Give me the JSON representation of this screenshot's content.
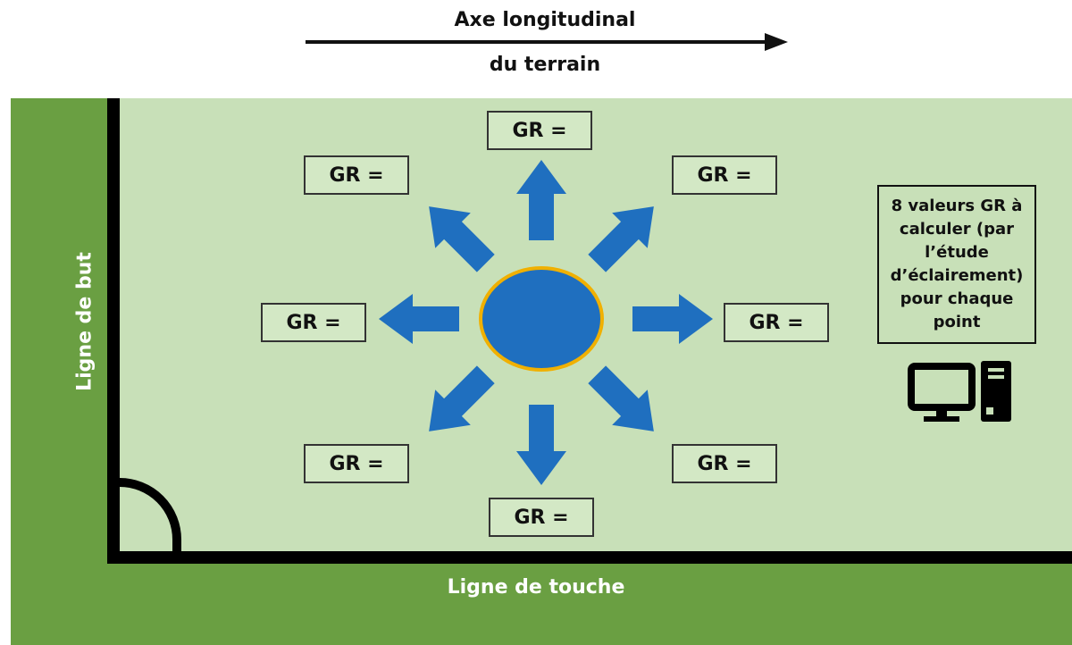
{
  "axis": {
    "line1": "Axe longitudinal",
    "line2": "du terrain"
  },
  "labels": {
    "goal_line": "Ligne de but",
    "touch_line": "Ligne de touche"
  },
  "gr_boxes": [
    {
      "direction": "top",
      "label": "GR ="
    },
    {
      "direction": "top-left",
      "label": "GR ="
    },
    {
      "direction": "top-right",
      "label": "GR ="
    },
    {
      "direction": "left",
      "label": "GR ="
    },
    {
      "direction": "right",
      "label": "GR ="
    },
    {
      "direction": "bottom-left",
      "label": "GR ="
    },
    {
      "direction": "bottom-right",
      "label": "GR ="
    },
    {
      "direction": "bottom",
      "label": "GR ="
    }
  ],
  "info": {
    "text": "8 valeurs GR à calculer (par l’étude d’éclairement) pour chaque point"
  },
  "icons": {
    "computer": "computer-icon",
    "light_point": "light-point-icon"
  },
  "colors": {
    "field_dark": "#6a9f42",
    "pitch_light": "#c8e0b8",
    "arrow": "#1f6fbf",
    "point_fill": "#1f6fbf",
    "point_border": "#f0b000"
  }
}
